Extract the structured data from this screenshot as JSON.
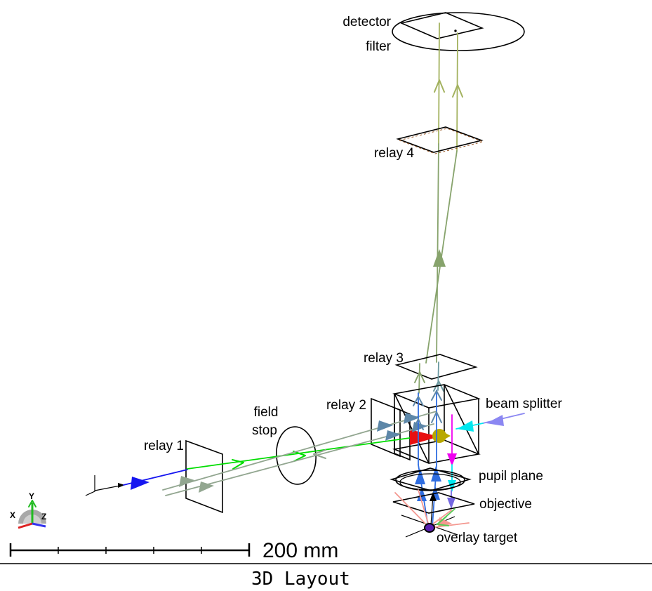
{
  "window": {
    "title": "3D Layout"
  },
  "labels": {
    "detector": "detector",
    "filter": "filter",
    "relay4": "relay 4",
    "relay3": "relay 3",
    "relay2": "relay 2",
    "relay1": "relay 1",
    "field_stop_line1": "field",
    "field_stop_line2": "stop",
    "beam_splitter": "beam splitter",
    "pupil_plane": "pupil plane",
    "objective": "objective",
    "overlay_target": "overlay target"
  },
  "scale_bar": {
    "label": "200 mm"
  },
  "axes": {
    "x": "X",
    "y": "Y",
    "z": "Z"
  },
  "colors": {
    "wireframe": "#000000",
    "olive-ray": "#a3b25f",
    "sage-ray": "#87a36c",
    "gray-sage": "#92a690",
    "teal-ray": "#6b99a1",
    "steel-arrow": "#5d87a8",
    "green-ray": "#00dd00",
    "target-green": "#55cc55",
    "blue-ray": "#1616f0",
    "royal-arrow": "#2f6de0",
    "cyan-ray": "#00e8f0",
    "magenta-ray": "#f000f0",
    "indigo-arrow": "#7468e0",
    "purple-ray": "#8b87f2",
    "red-arrow": "#e81010",
    "dark-yellow": "#b8a800",
    "salmon-ray": "#f49890",
    "target-blob": "#5a1fb0",
    "relay4-accent": "#9c5a28",
    "axis-x": "#dd2222",
    "axis-y": "#22bb22",
    "axis-z": "#3333ee",
    "dome-gray": "#a8a8a8",
    "dome-light": "#cfcfcf"
  }
}
